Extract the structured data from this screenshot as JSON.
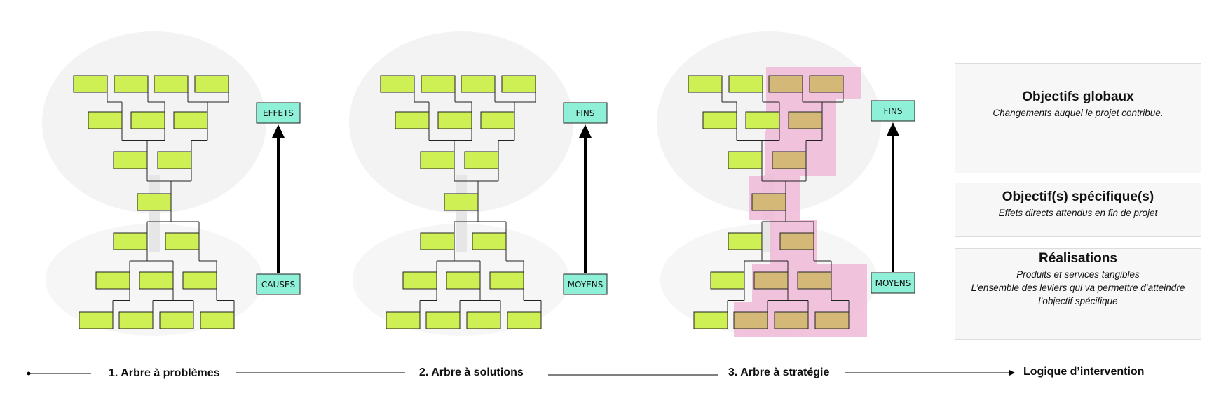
{
  "steps": [
    {
      "label": "1. Arbre à problèmes",
      "top_tag": "EFFETS",
      "bottom_tag": "CAUSES"
    },
    {
      "label": "2. Arbre à solutions",
      "top_tag": "FINS",
      "bottom_tag": "MOYENS"
    },
    {
      "label": "3. Arbre à stratégie",
      "top_tag": "FINS",
      "bottom_tag": "MOYENS"
    }
  ],
  "end_label": "Logique d’intervention",
  "panels": [
    {
      "title": "Objectifs globaux",
      "lines": [
        "Changements auquel le projet contribue."
      ]
    },
    {
      "title": "Objectif(s) spécifique(s)",
      "lines": [
        "Effets directs attendus en fin de projet"
      ]
    },
    {
      "title": "Réalisations",
      "lines": [
        "Produits et services tangibles",
        "L’ensemble des leviers qui va permettre d’atteindre",
        "l’objectif spécifique"
      ]
    }
  ],
  "colors": {
    "box": "#cff055",
    "box_selected": "#d3b878",
    "highlight": "#f0b8d6",
    "tag": "#8ff0d8",
    "line": "#111111"
  }
}
